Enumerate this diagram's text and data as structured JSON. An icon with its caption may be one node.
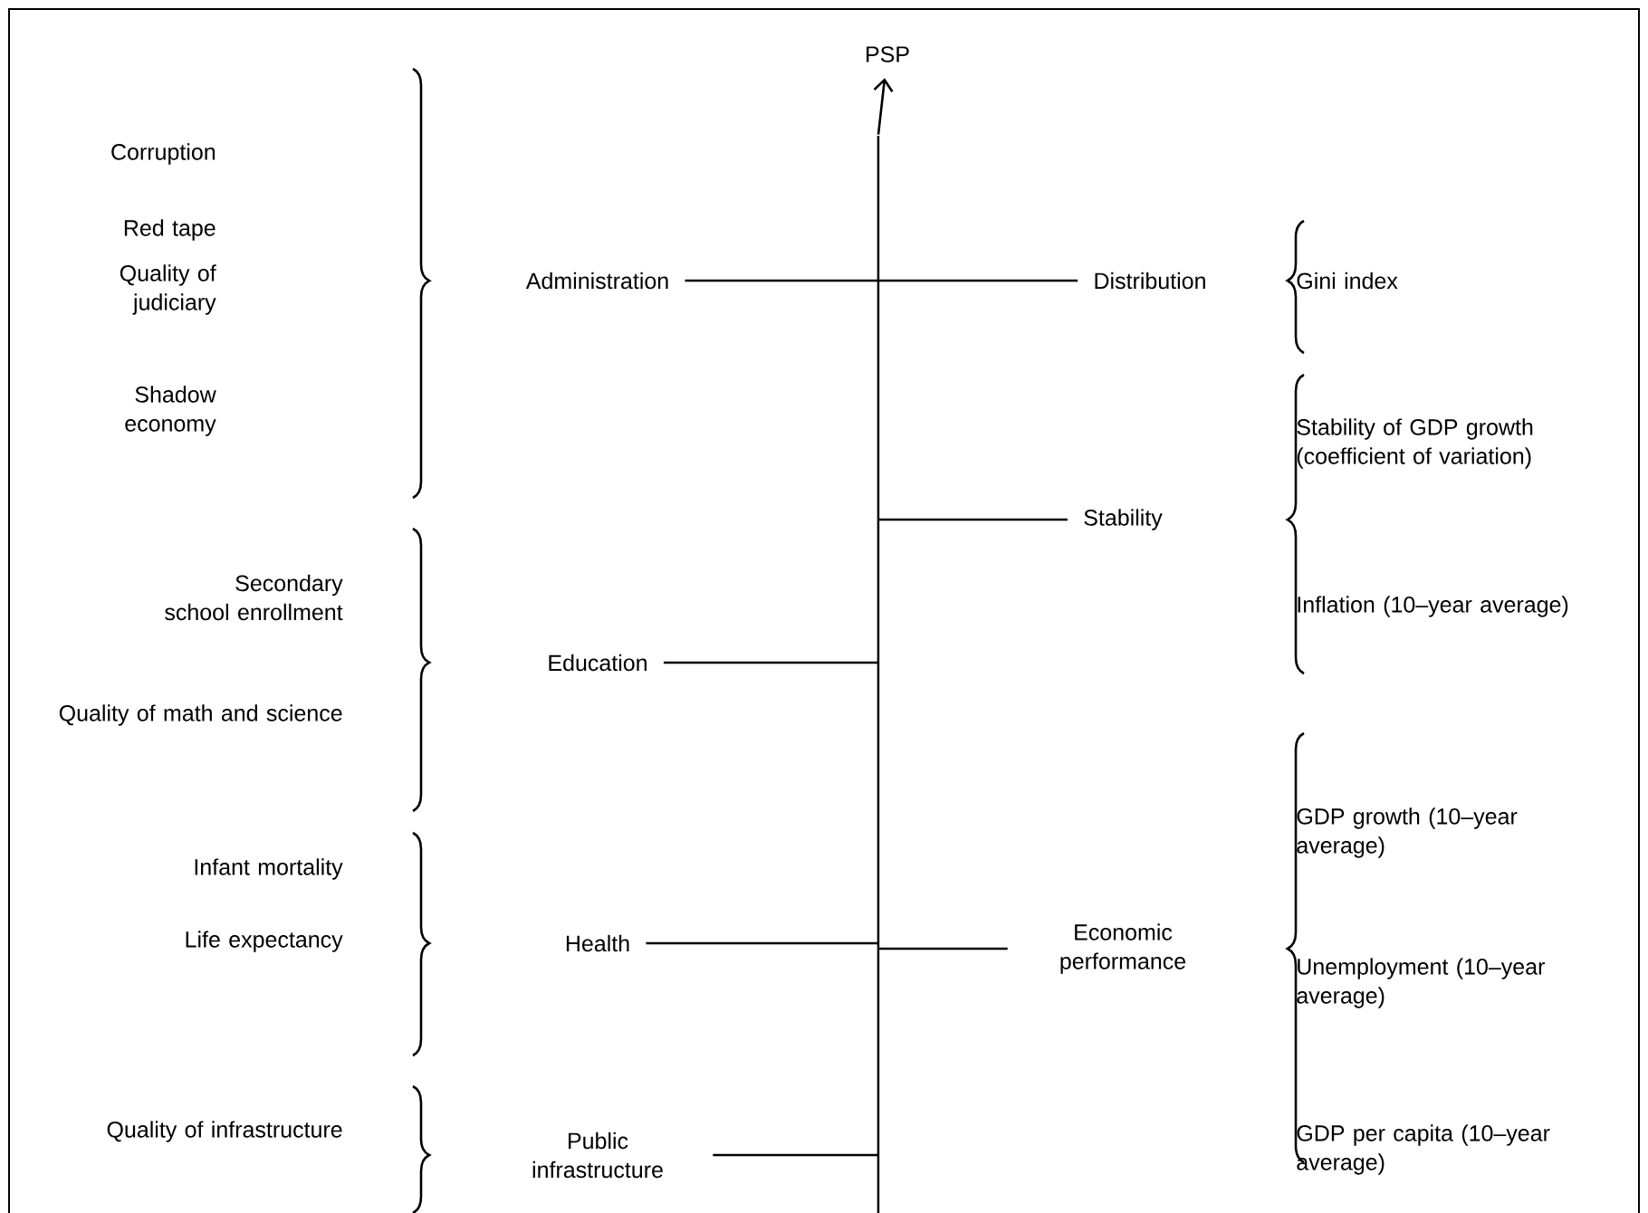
{
  "diagram": {
    "nodes": [
      {
        "text": [
          "PSP"
        ]
      },
      {
        "text": [],
        "shape": "bar"
      },
      {
        "text": [
          "Administration"
        ]
      },
      {
        "text": [
          "Distribution"
        ]
      },
      {
        "text": [
          "Stability"
        ]
      },
      {
        "text": [
          "Education"
        ]
      },
      {
        "text": [
          "Health"
        ]
      },
      {
        "text": [
          "Economic performance"
        ]
      },
      {
        "text": [
          "Public infrastructure"
        ]
      }
    ],
    "edges": [
      {
        "from": 1,
        "to": 0,
        "arrow": "to"
      },
      {
        "from": 2,
        "to": 1,
        "arrow": "none"
      },
      {
        "from": 3,
        "to": 1,
        "arrow": "none"
      },
      {
        "from": 4,
        "to": 1,
        "arrow": "none"
      },
      {
        "from": 5,
        "to": 1,
        "arrow": "none"
      },
      {
        "from": 6,
        "to": 1,
        "arrow": "none"
      },
      {
        "from": 7,
        "to": 1,
        "arrow": "none"
      },
      {
        "from": 8,
        "to": 1,
        "arrow": "none"
      }
    ],
    "labels": [
      "Corruption",
      "Red tape",
      "Quality of judiciary",
      "Shadow economy",
      "Secondary school enrollment",
      "Quality of math and science",
      "Infant mortality",
      "Life expectancy",
      "Quality of infrastructure",
      "Gini index",
      "Stability of GDP growth (coefficient of variation)",
      "Inflation (10–year average)",
      "GDP growth (10–year average)",
      "Unemployment (10–year average)",
      "GDP per capita (10–year average)"
    ]
  }
}
